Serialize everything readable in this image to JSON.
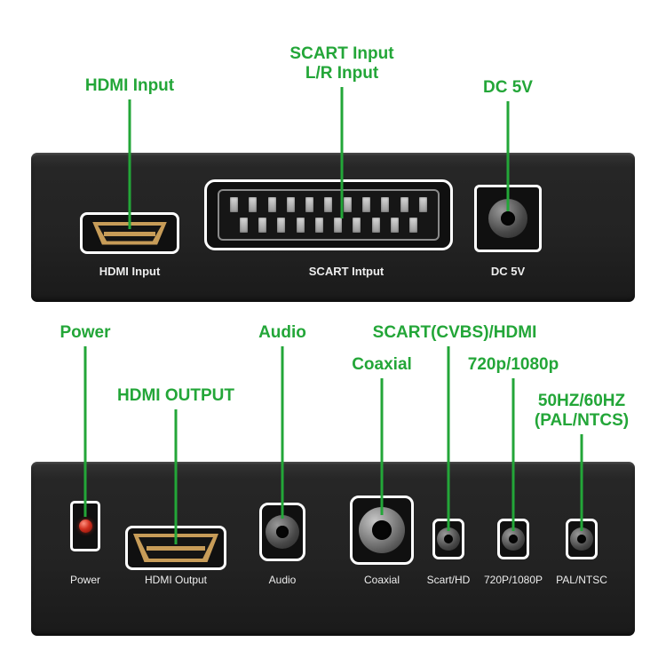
{
  "colors": {
    "callout_green": "#23a638",
    "device_body": "#232323",
    "connector_gold": "#c79c58",
    "power_led_red": "#d23120"
  },
  "top_panel": {
    "callouts": {
      "hdmi": "HDMI Input",
      "scart_line1": "SCART Input",
      "scart_line2": "L/R Input",
      "dc": "DC 5V"
    },
    "port_labels": {
      "hdmi": "HDMI Input",
      "scart": "SCART Intput",
      "dc": "DC 5V"
    }
  },
  "bottom_panel": {
    "callouts": {
      "power": "Power",
      "audio": "Audio",
      "scart_cvbs_hdmi": "SCART(CVBS)/HDMI",
      "coaxial": "Coaxial",
      "res_720_1080": "720p/1080p",
      "hdmi_output": "HDMI OUTPUT",
      "hz_line1": "50HZ/60HZ",
      "hz_line2": "(PAL/NTCS)"
    },
    "port_labels": {
      "power": "Power",
      "hdmi": "HDMI Output",
      "audio": "Audio",
      "coaxial": "Coaxial",
      "scart_hd": "Scart/HD",
      "res": "720P/1080P",
      "pal_ntsc": "PAL/NTSC"
    }
  }
}
